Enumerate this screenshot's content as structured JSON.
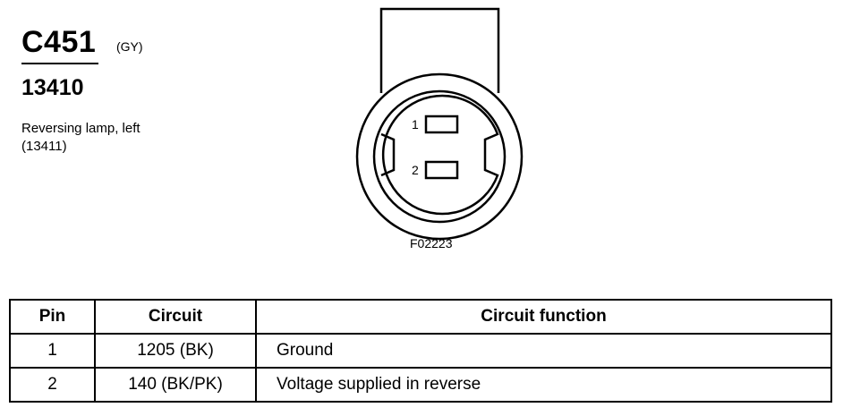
{
  "connector": {
    "id": "C451",
    "color_code": "(GY)",
    "part_number": "13410",
    "description_line1": "Reversing lamp, left",
    "description_line2": "(13411)"
  },
  "diagram": {
    "pin_labels": [
      "1",
      "2"
    ],
    "figure_code": "F02223"
  },
  "table": {
    "headers": [
      "Pin",
      "Circuit",
      "Circuit function"
    ],
    "rows": [
      {
        "pin": "1",
        "circuit": "1205 (BK)",
        "function": "Ground"
      },
      {
        "pin": "2",
        "circuit": "140 (BK/PK)",
        "function": "Voltage supplied in reverse"
      }
    ]
  }
}
